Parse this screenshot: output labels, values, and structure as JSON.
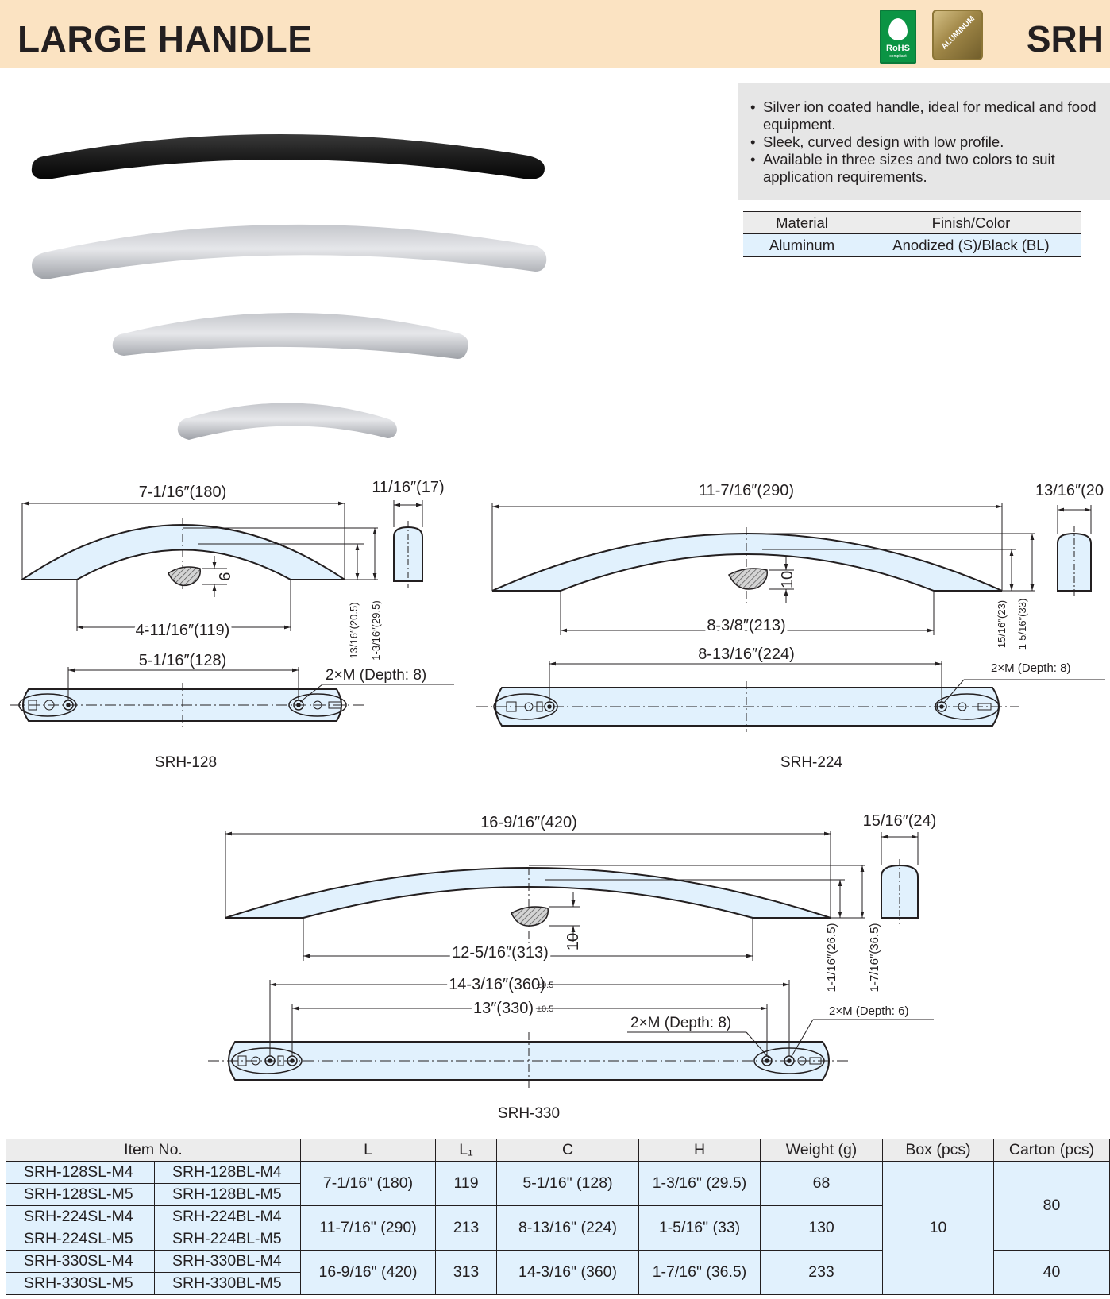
{
  "header": {
    "title": "LARGE HANDLE",
    "code": "SRH",
    "rohs_badge": "RoHS",
    "rohs_badge_sub": "compliant",
    "material_badge": "ALUMINUM",
    "colors": {
      "band": "#fbe3c2",
      "rohs": "#0b9444",
      "aluminum": "#a08747"
    }
  },
  "features": [
    "Silver ion coated handle, ideal for medical and food equipment.",
    "Sleek, curved design with low profile.",
    "Available in three sizes and two colors to suit application requirements."
  ],
  "material_table": {
    "headers": [
      "Material",
      "Finish/Color"
    ],
    "row": [
      "Aluminum",
      "Anodized (S)/Black (BL)"
    ]
  },
  "drawings": {
    "srh128": {
      "name": "SRH-128",
      "L": "7-1/16″(180)",
      "width": "11/16″(17)",
      "L1": "4-11/16″(119)",
      "C": "5-1/16″(128)",
      "section": "9",
      "h1": "13/16″(20.5)",
      "h2": "1-3/16″(29.5)",
      "tap": "2×M (Depth: 8)"
    },
    "srh224": {
      "name": "SRH-224",
      "L": "11-7/16″(290)",
      "width": "13/16″(20",
      "L1": "8-3/8″(213)",
      "C": "8-13/16″(224)",
      "section": "10",
      "h1": "15/16″(23)",
      "h2": "1-5/16″(33)",
      "tap": "2×M (Depth: 8)"
    },
    "srh330": {
      "name": "SRH-330",
      "L": "16-9/16″(420)",
      "width": "15/16″(24)",
      "L1": "12-5/16″(313)",
      "C1": "14-3/16″(360)",
      "C2": "13″(330)",
      "tol": "±0.5",
      "section": "10",
      "h1": "1-1/16″(26.5)",
      "h2": "1-7/16″(36.5)",
      "tap": "2×M (Depth: 8)",
      "tap2": "2×M (Depth: 6)"
    }
  },
  "spec_table": {
    "headers": [
      "Item No.",
      "L",
      "L₁",
      "C",
      "H",
      "Weight (g)",
      "Box (pcs)",
      "Carton (pcs)"
    ],
    "groups": [
      {
        "items": [
          [
            "SRH-128SL-M4",
            "SRH-128BL-M4"
          ],
          [
            "SRH-128SL-M5",
            "SRH-128BL-M5"
          ]
        ],
        "L": "7-1/16\" (180)",
        "L1": "119",
        "C": "5-1/16\" (128)",
        "H": "1-3/16\" (29.5)",
        "weight": "68"
      },
      {
        "items": [
          [
            "SRH-224SL-M4",
            "SRH-224BL-M4"
          ],
          [
            "SRH-224SL-M5",
            "SRH-224BL-M5"
          ]
        ],
        "L": "11-7/16\" (290)",
        "L1": "213",
        "C": "8-13/16\" (224)",
        "H": "1-5/16\" (33)",
        "weight": "130"
      },
      {
        "items": [
          [
            "SRH-330SL-M4",
            "SRH-330BL-M4"
          ],
          [
            "SRH-330SL-M5",
            "SRH-330BL-M5"
          ]
        ],
        "L": "16-9/16\" (420)",
        "L1": "313",
        "C": "14-3/16\" (360)",
        "H": "1-7/16\" (36.5)",
        "weight": "233"
      }
    ],
    "box": "10",
    "carton_small": "80",
    "carton_large": "40"
  }
}
